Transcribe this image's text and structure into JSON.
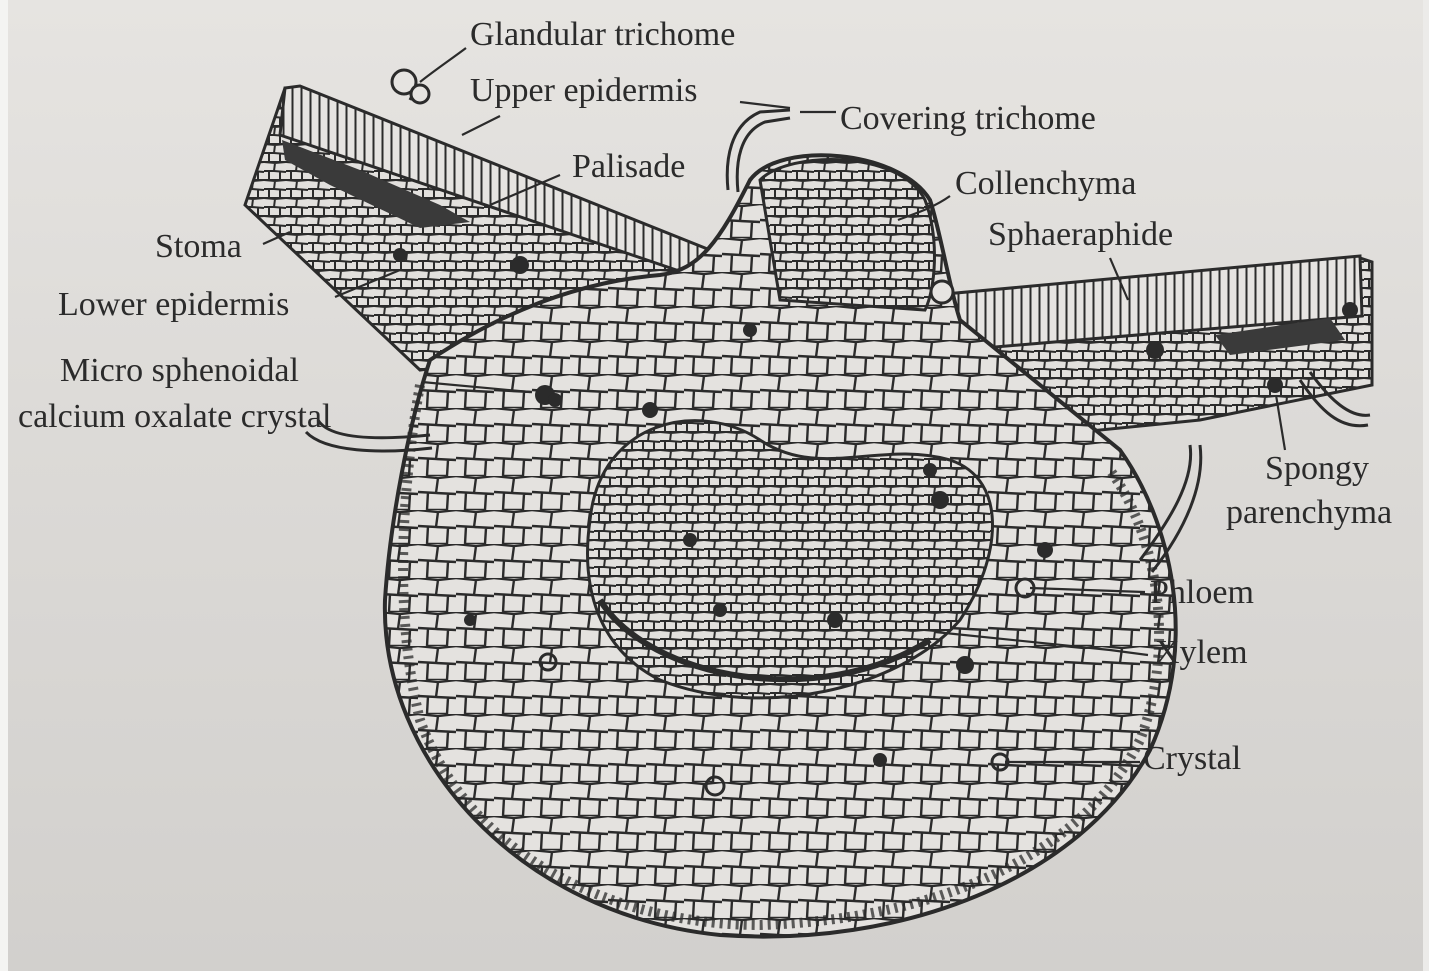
{
  "labels": {
    "glandular_trichome": "Glandular trichome",
    "upper_epidermis": "Upper epidermis",
    "covering_trichome": "Covering trichome",
    "palisade": "Palisade",
    "collenchyma": "Collenchyma",
    "sphaeraphide": "Sphaeraphide",
    "stoma": "Stoma",
    "lower_epidermis": "Lower epidermis",
    "micro_sphenoidal_line1": "Micro sphenoidal",
    "micro_sphenoidal_line2": "calcium oxalate crystal",
    "spongy_line1": "Spongy",
    "spongy_line2": "parenchyma",
    "phloem": "Phloem",
    "xylem": "Xylem",
    "crystal": "Crystal"
  },
  "colors": {
    "ink": "#2b2b2b",
    "paper": "#dedcd9"
  }
}
